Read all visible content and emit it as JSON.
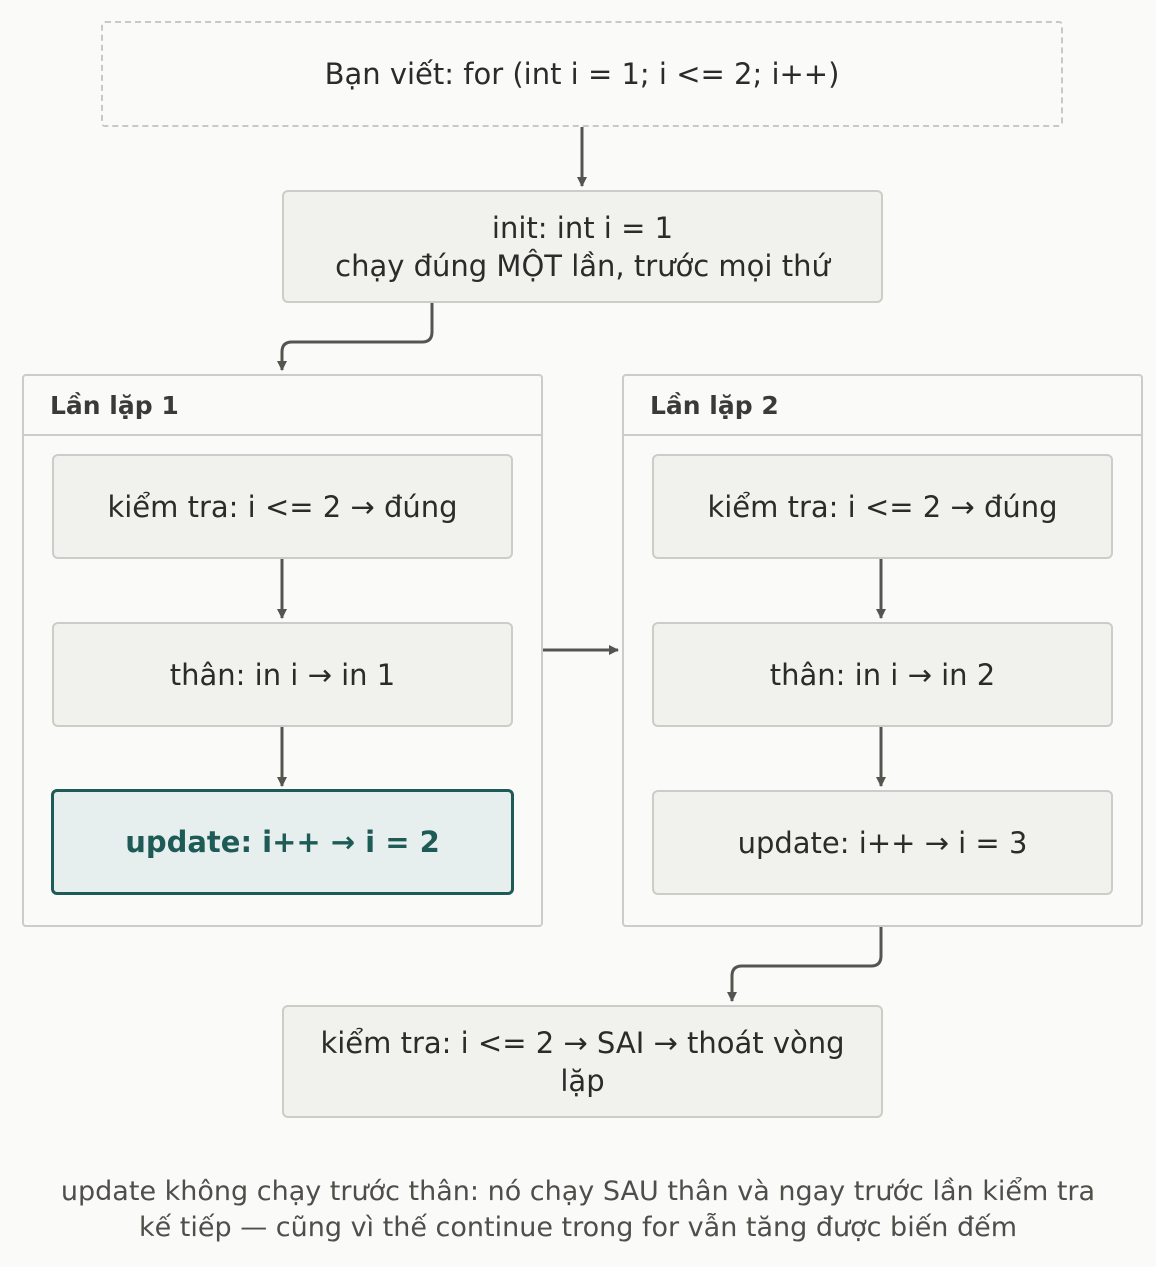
{
  "start": {
    "text": "Bạn viết: for (int i = 1; i <= 2; i++)"
  },
  "init": {
    "line1": "init: int i = 1",
    "line2": "chạy đúng MỘT lần, trước mọi thứ"
  },
  "iteration1": {
    "title": "Lần lặp 1",
    "check": "kiểm tra: i <= 2 → đúng",
    "body": "thân: in i → in 1",
    "update": "update: i++ → i = 2"
  },
  "iteration2": {
    "title": "Lần lặp 2",
    "check": "kiểm tra: i <= 2 → đúng",
    "body": "thân: in i → in 2",
    "update": "update: i++ → i = 3"
  },
  "exit": {
    "text": "kiểm tra: i <= 2 → SAI → thoát vòng lặp"
  },
  "caption": {
    "line1": "update không chạy trước thân: nó chạy SAU thân và ngay trước lần kiểm tra",
    "line2": "kế tiếp — cũng vì thế continue trong for vẫn tăng được biến đếm"
  },
  "colors": {
    "background": "#fafaf8",
    "node_fill": "#f1f1ee",
    "node_border": "#cdccc6",
    "highlight_border": "#1e5b57",
    "highlight_fill": "#e6efed",
    "arrow": "#55554f"
  }
}
